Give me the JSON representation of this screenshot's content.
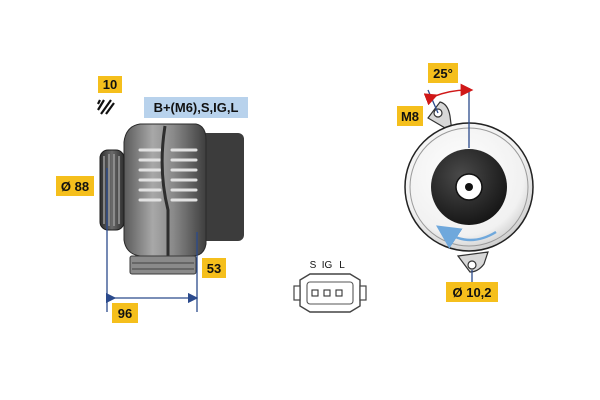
{
  "labels": {
    "count": "10",
    "terminals": "B+(M6),S,IG,L",
    "pulley_diameter": "Ø 88",
    "body_length": "53",
    "overall_length": "96",
    "angle": "25°",
    "mount_thread": "M8",
    "hole_diameter": "Ø 10,2"
  },
  "connector": {
    "pins": [
      "S",
      "IG",
      "L"
    ]
  },
  "colors": {
    "label_bg": "#f5bf1c",
    "terminal_bg": "#b8d2ec",
    "dimension_line": "#2b4a8c",
    "body_dark": "#4a4a4a",
    "body_mid": "#8f8f8f",
    "body_light": "#c8c8c8",
    "rotation_arrow": "#6fa8dc"
  },
  "icons": {
    "hatch": "hatch-icon"
  }
}
